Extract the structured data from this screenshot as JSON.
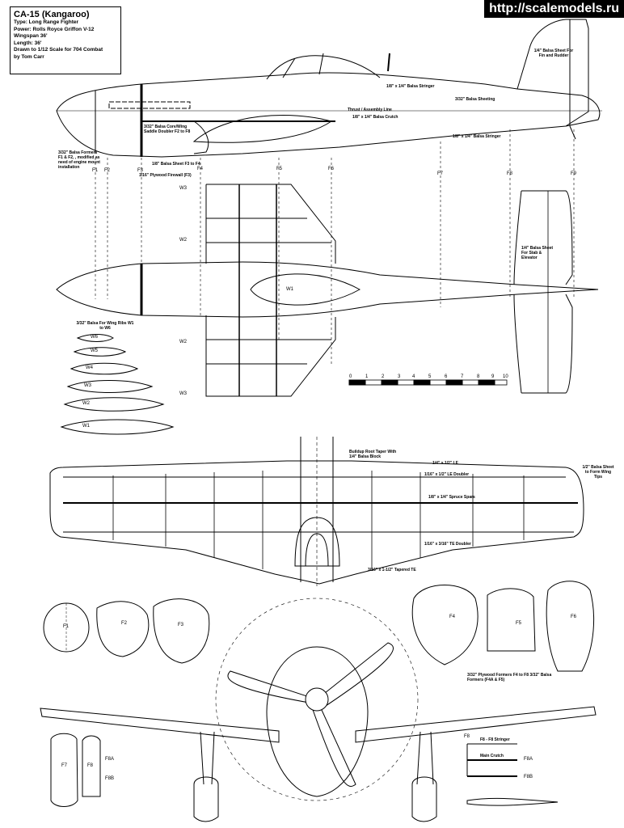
{
  "watermark": "http://scalemodels.ru",
  "title_block": {
    "name": "CA-15 (Kangaroo)",
    "lines": [
      "Type: Long Range Fighter",
      "Power: Rolls Royce Griffon V-12",
      "Wingspan 36'",
      "Length: 36'",
      "Drawn to 1/12 Scale for 704 Combat",
      "by Tom Carr"
    ]
  },
  "side_notes": {
    "fin_sheet": "1/4\" Balsa Sheet For Fin and Rudder",
    "stringer_top": "1/8\" x 1/4\" Balsa Stringer",
    "sheeting": "3/32\" Balsa Sheeting",
    "thrust": "Thrust / Assembly Line",
    "crutch": "1/8\" x 1/4\" Balsa Crutch",
    "doubler": "3/32\" Balsa Core/Wing Saddle Doubler F2 to F8",
    "stringer_bot": "1/8\" x 1/4\" Balsa Stringer",
    "formers": "3/32\" Balsa Formers F1 & F2, ,  modified as need of engine mount installation",
    "balsa_sheet_f3": "1/8\" Balsa Sheet F3 to F4",
    "plywood_firewall": "1/16\" Plywood Firewall (F3)"
  },
  "plan_notes": {
    "tail_sheet": "1/4\" Balsa Sheet For Stab & Elevator",
    "rib_template": "3/32\" Balsa For Wing Ribs W1 to W6"
  },
  "wing_notes": {
    "buildup": "Buildup Root Taper With 1/4\" Balsa Block",
    "le": "1/4\" x 1/2\" LE",
    "le_doubler": "1/16\" x 1/2\" LE Doubler",
    "spars": "1/8\" x 1/4\" Spruce Spars",
    "te_doubler": "1/16\" x 3/16\" TE Doubler",
    "te": "3/16\" x 1-1/2\" Tapered TE",
    "tip": "1/2\" Balsa Sheet to Form Wing Tips"
  },
  "former_notes": {
    "note": "3/32\" Plywood Formers F4 to F8  3/32\" Balsa Formers (F4A & F5)",
    "stringer": "F8 - F8 Stringer",
    "crutch": "Main Crutch"
  },
  "station_labels": [
    "F1",
    "F2",
    "F3",
    "F4",
    "F5",
    "F6",
    "F7",
    "F8",
    "F9"
  ],
  "rib_labels": [
    "W6",
    "W5",
    "W4",
    "W3",
    "W2",
    "W1"
  ],
  "rib_stations": [
    "W3",
    "W2",
    "W1",
    "W2",
    "W3"
  ],
  "former_labels": [
    "F1",
    "F2",
    "F3",
    "F4",
    "F5",
    "F6",
    "F7",
    "F8",
    "F8A",
    "F8B",
    "F8",
    "F8A",
    "F8B"
  ],
  "scale_bar": {
    "ticks": [
      "0",
      "1",
      "2",
      "3",
      "4",
      "5",
      "6",
      "7",
      "8",
      "9",
      "10"
    ]
  }
}
